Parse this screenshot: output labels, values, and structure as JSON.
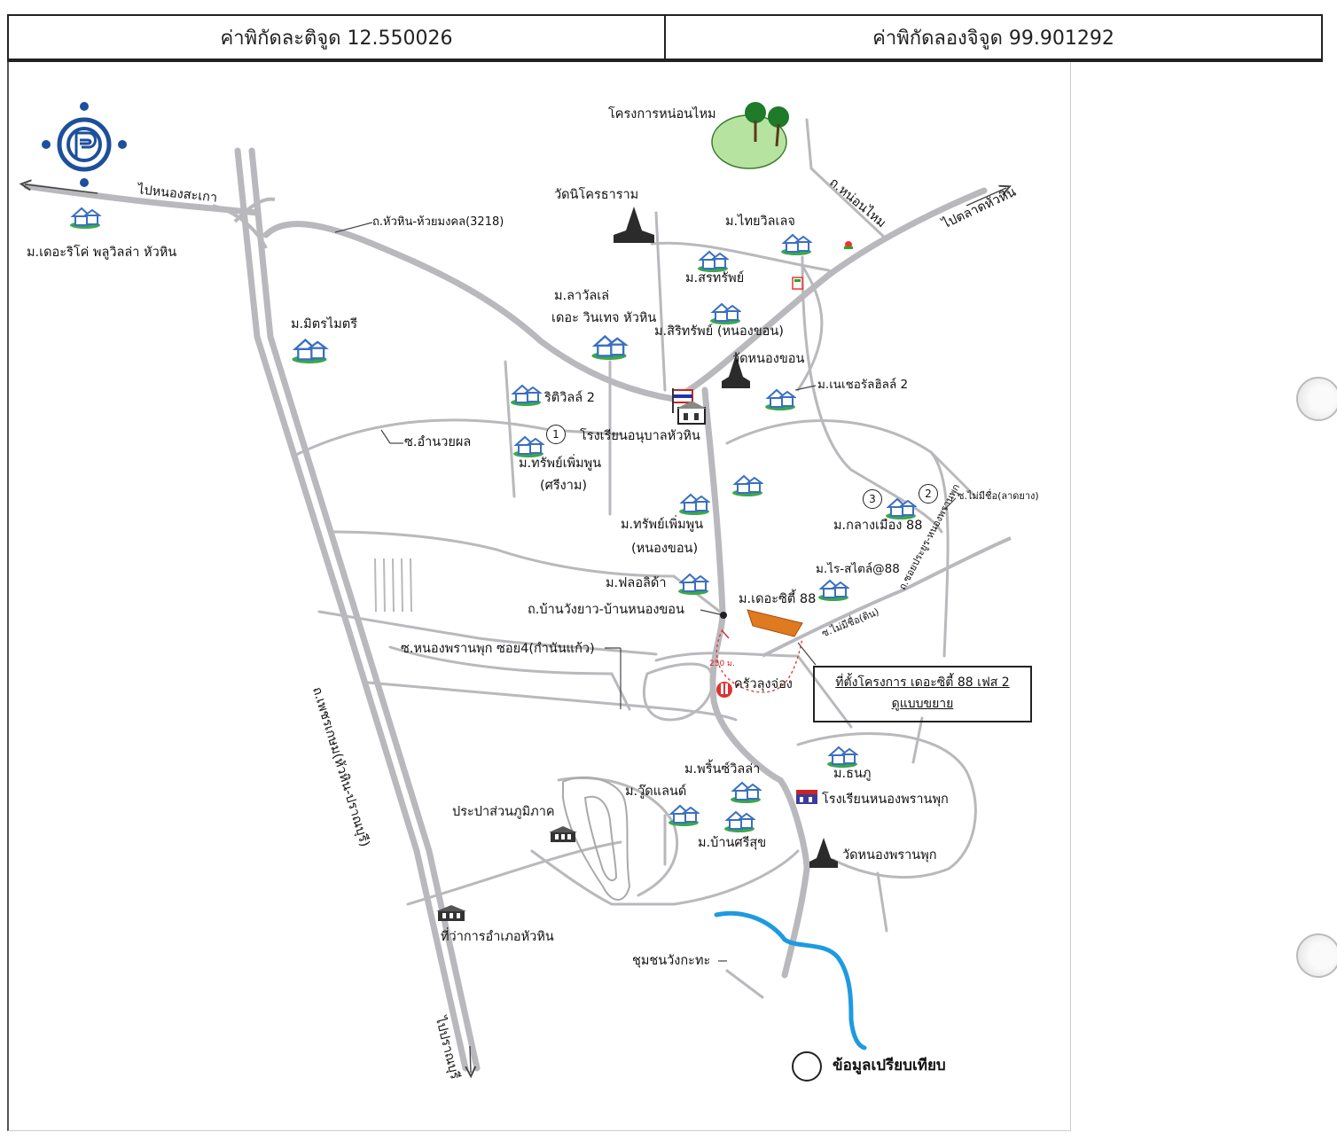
{
  "header": {
    "latitude_text": "ค่าพิกัดละติจูด 12.550026",
    "longitude_text": "ค่าพิกัดลองจิจูด 99.901292"
  },
  "map": {
    "places": {
      "noen_nai_project": "โครงการหน่อนไหม",
      "wat_nikrotharam": "วัดนิโครธาราม",
      "to_nong_khae": "ไปหนองสะเกา",
      "road_3218": "ถ.หัวหิน-ห้วยมงคล(3218)",
      "the_rico": "ม.เดอะริโค่ พลูวิลล่า หัวหิน",
      "thai_village": "ม.ไทยวิลเลจ",
      "soi_noen_nai": "ถ.หน่อนไหม",
      "to_talad_huahin": "ไปตลาดหัวหิน",
      "sarasap": "ม.สรทรัพย์",
      "lavalle": "ม.ลาวัลเล่",
      "the_winds": "เดอะ วินเทจ หัวหิน",
      "sarasap_nongkhon": "ม.สิริทรัพย์ (หนองขอน)",
      "mittraimit": "ม.มิตรไมตรี",
      "wat_nongkhon": "วัดหนองขอน",
      "nature_hill": "ม.เนเชอรัลฮิลล์ 2",
      "ritivilla": "ริติวิลล์ 2",
      "school_anuban": "โรงเรียนอนุบาลหัวหิน",
      "soi_amnuayphon": "ซ.อำนวยผล",
      "sap_phoemphun_sringam_1": "ม.ทรัพย์เพิ่มพูน",
      "sap_phoemphun_sringam_2": "(ศรีงาม)",
      "klang_mueang": "ม.กลางเมือง 88",
      "soi_mai_mi_chue_lat": "ซ.ไม่มีชื่อ(ลาดยาง)",
      "sap_phoemphun_nk_1": "ม.ทรัพย์เพิ่มพูน",
      "sap_phoemphun_nk_2": "(หนองขอน)",
      "rai_style": "ม.ไร-สไตล์@88",
      "florida": "ม.ฟลอลิด้า",
      "the_city": "ม.เดอะซิตี้ 88",
      "road_ban_wang_yao": "ถ.บ้านวังยาว-บ้านหนองขอน",
      "soi_nongphran_4": "ซ.หนองพรานพุก ซอย4(กำนันแก้ว)",
      "soi_mai_mi_chue_dirt": "ซ.ไม่มีชื่อ(ดิน)",
      "road_nongphran_diag": "ถ.ซอยประยูร-หนองพรานพุก",
      "road_petchkasem": "ถ.เพชรเกษม(หัวหิน-ปราณบุรี)",
      "to_pranburi": "ไปปราณบุรี",
      "dist_250": "250 ม.",
      "krua_lung_chong": "ครัวลุงจ่อง",
      "project_line1": "ที่ตั้งโครงการ เดอะซิตี้ 88 เฟส 2",
      "project_line2": "ดูแบบขยาย",
      "prinz_villa": "ม.พริ้นซ์วิลล่า",
      "thanaphu": "ม.ธนภู",
      "school_nongphran": "โรงเรียนหนองพรานพุก",
      "woodland": "ม.วู๊ดแลนด์",
      "waterworks": "ประปาส่วนภูมิภาค",
      "ban_srisuk": "ม.บ้านศรีสุข",
      "wat_nongphran": "วัดหนองพรานพุก",
      "district_office": "ที่ว่าการอำเภอหัวหิน",
      "community_wangkatha": "ชุมชนวังกะทะ",
      "compare_label": "ข้อมูลเปรียบเทียบ",
      "num1": "1",
      "num2": "2",
      "num3": "3"
    },
    "colors": {
      "road": "#b9b9bd",
      "river": "#1e9be0",
      "project": "#e07a20",
      "compass": "#1d4f9c",
      "house_blue": "#3b6fc0",
      "house_green": "#3aa84a"
    }
  }
}
